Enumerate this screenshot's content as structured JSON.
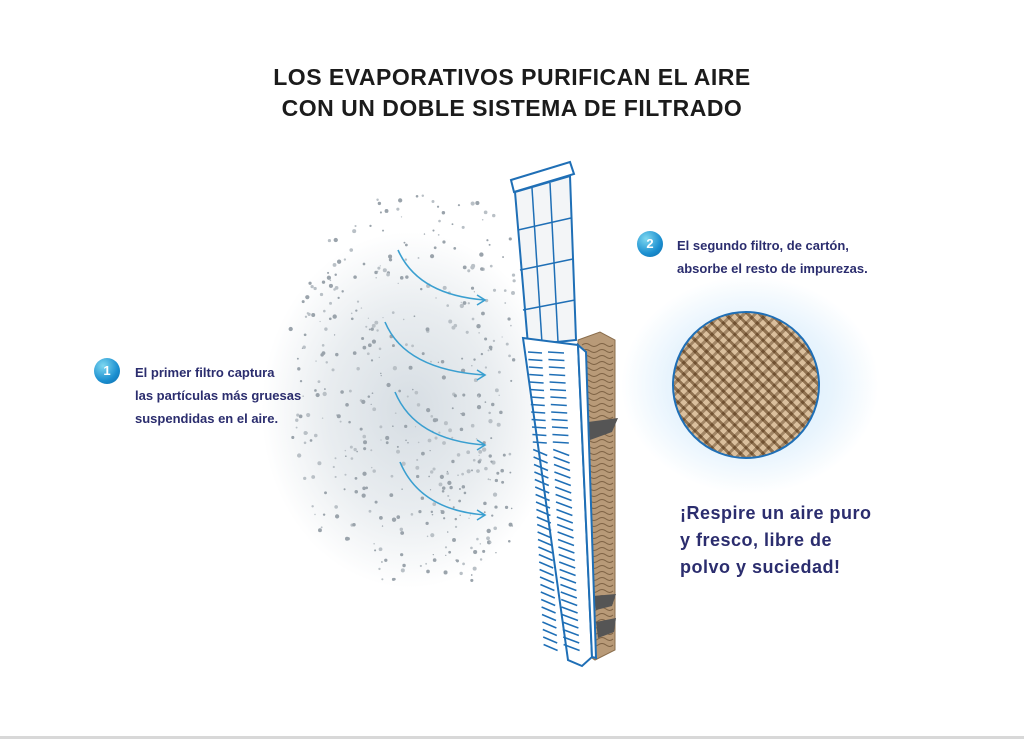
{
  "title": {
    "line1": "LOS EVAPORATIVOS PURIFICAN EL AIRE",
    "line2": "CON UN DOBLE SISTEMA DE FILTRADO"
  },
  "step1": {
    "number": "1",
    "lines": [
      "El primer filtro captura",
      "las partículas más gruesas",
      "suspendidas en el aire."
    ]
  },
  "step2": {
    "number": "2",
    "lines": [
      "El segundo filtro, de cartón,",
      "absorbe el resto de impurezas."
    ]
  },
  "slogan": {
    "lines": [
      "¡Respire un aire puro",
      "y fresco, libre de",
      "polvo y suciedad!"
    ]
  },
  "colors": {
    "text": "#2b2d6e",
    "accent": "#1f6fb6",
    "arrow": "#3a9fd0",
    "cardboard": "#c6a47c"
  }
}
